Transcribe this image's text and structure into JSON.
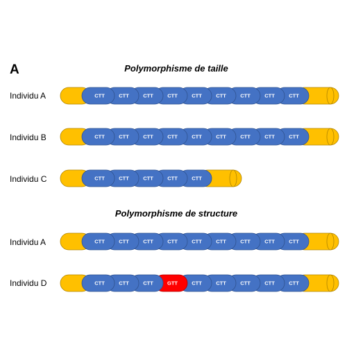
{
  "panel_label": "A",
  "colors": {
    "flank": "#ffc000",
    "flank_stroke": "#b08400",
    "repeat": "#4472c4",
    "repeat_stroke": "#2f528f",
    "variant": "#ff0000",
    "variant_stroke": "#b00000"
  },
  "sections": [
    {
      "title": "Polymorphisme de taille",
      "rows": [
        {
          "label": "Individu A",
          "segments": [
            "CTT",
            "CTT",
            "CTT",
            "CTT",
            "CTT",
            "CTT",
            "CTT",
            "CTT",
            "CTT"
          ]
        },
        {
          "label": "Individu B",
          "segments": [
            "CTT",
            "CTT",
            "CTT",
            "CTT",
            "CTT",
            "CTT",
            "CTT",
            "CTT",
            "CTT"
          ]
        },
        {
          "label": "Individu C",
          "segments": [
            "CTT",
            "CTT",
            "CTT",
            "CTT",
            "CTT"
          ]
        }
      ]
    },
    {
      "title": "Polymorphisme de structure",
      "rows": [
        {
          "label": "Individu A",
          "segments": [
            "CTT",
            "CTT",
            "CTT",
            "CTT",
            "CTT",
            "CTT",
            "CTT",
            "CTT",
            "CTT"
          ]
        },
        {
          "label": "Individu D",
          "segments": [
            "CTT",
            "CTT",
            "CTT",
            "GTT",
            "CTT",
            "CTT",
            "CTT",
            "CTT",
            "CTT"
          ]
        }
      ]
    }
  ]
}
